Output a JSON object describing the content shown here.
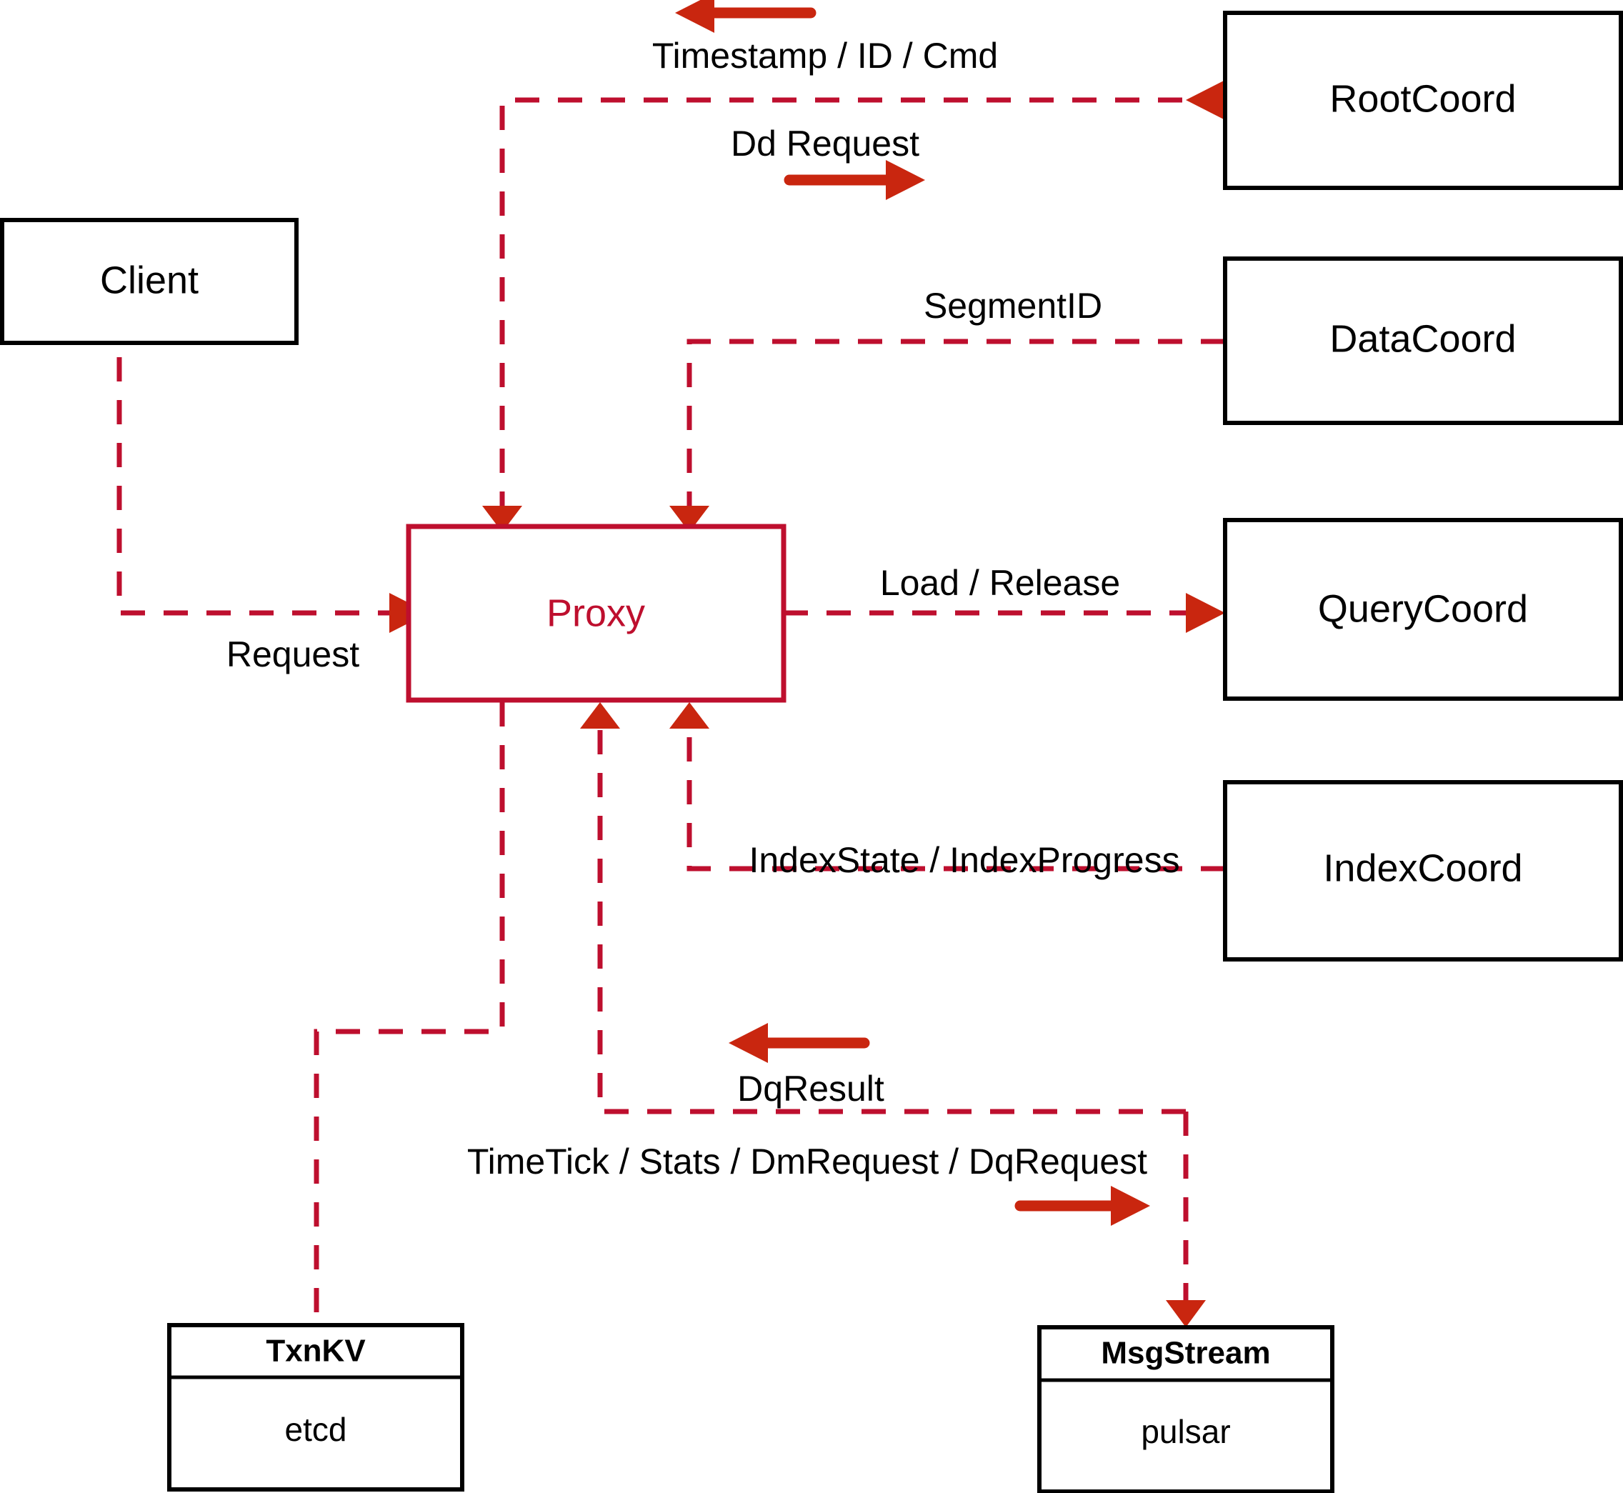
{
  "diagram": {
    "title": "Milvus Proxy interaction diagram",
    "colors": {
      "accent": "#BE0F2E",
      "flow_arrow": "#C9260F",
      "node_stroke": "#000000",
      "background": "#FFFFFF"
    },
    "nodes": {
      "client": {
        "label": "Client"
      },
      "proxy": {
        "label": "Proxy"
      },
      "root_coord": {
        "label": "RootCoord"
      },
      "data_coord": {
        "label": "DataCoord"
      },
      "query_coord": {
        "label": "QueryCoord"
      },
      "index_coord": {
        "label": "IndexCoord"
      },
      "txnkv": {
        "title": "TxnKV",
        "impl": "etcd"
      },
      "msgstream": {
        "title": "MsgStream",
        "impl": "pulsar"
      }
    },
    "edges": [
      {
        "id": "request",
        "label": "Request",
        "from": "client",
        "to": "proxy",
        "direction": "right"
      },
      {
        "id": "timestamp-id-cmd",
        "label": "Timestamp / ID / Cmd",
        "from": "root_coord",
        "to": "proxy",
        "direction": "left"
      },
      {
        "id": "dd-request",
        "label": "Dd Request",
        "from": "proxy",
        "to": "root_coord",
        "direction": "right"
      },
      {
        "id": "segment-id",
        "label": "SegmentID",
        "from": "data_coord",
        "to": "proxy",
        "direction": "left"
      },
      {
        "id": "load-release",
        "label": "Load / Release",
        "from": "proxy",
        "to": "query_coord",
        "direction": "right"
      },
      {
        "id": "index-state-progress",
        "label": "IndexState / IndexProgress",
        "from": "index_coord",
        "to": "proxy",
        "direction": "left"
      },
      {
        "id": "dq-result",
        "label": "DqResult",
        "from": "msgstream",
        "to": "proxy",
        "direction": "left"
      },
      {
        "id": "timetick-stats-dm-dq",
        "label": "TimeTick / Stats / DmRequest / DqRequest",
        "from": "proxy",
        "to": "msgstream",
        "direction": "right"
      },
      {
        "id": "txnkv-link",
        "label": "",
        "from": "proxy",
        "to": "txnkv",
        "direction": "none"
      }
    ]
  }
}
